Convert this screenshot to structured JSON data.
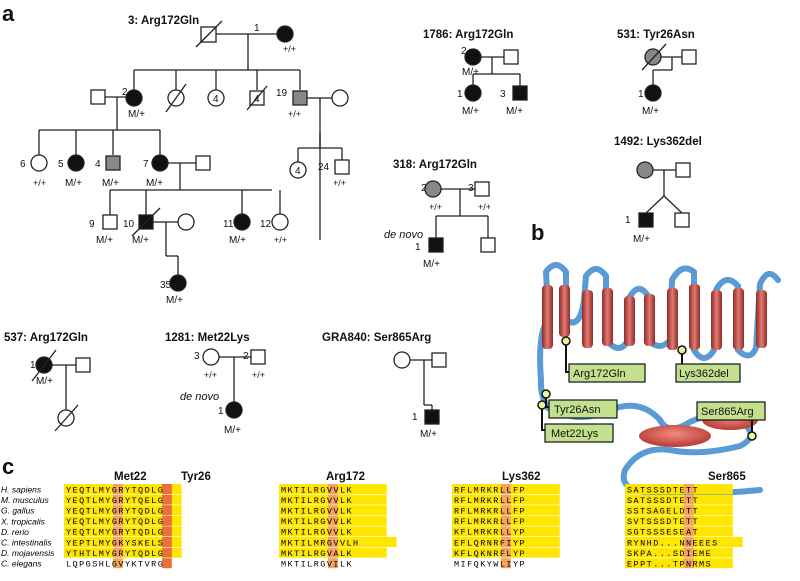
{
  "panels": {
    "a": "a",
    "b": "b",
    "c": "c"
  },
  "pedigrees": {
    "p3": {
      "title": "3: Arg172Gln",
      "nums": {
        "n1": "1",
        "n2": "2",
        "n4": "4",
        "n19": "19",
        "n6": "6",
        "n5": "5",
        "n4b": "4",
        "n7": "7",
        "n4c": "4",
        "n24": "24",
        "n9": "9",
        "n10": "10",
        "n11": "11",
        "n12": "12",
        "n35": "35"
      },
      "gt": {
        "g1": "+/+",
        "g2": "M/+",
        "g19": "+/+",
        "g6": "+/+",
        "g5": "M/+",
        "g4b": "M/+",
        "g7": "M/+",
        "g24": "+/+",
        "g9": "M/+",
        "g10": "M/+",
        "g11": "M/+",
        "g12": "+/+",
        "g35": "M/+"
      }
    },
    "p1786": {
      "title": "1786: Arg172Gln",
      "nums": {
        "n2": "2",
        "n1": "1",
        "n3": "3"
      },
      "gt": {
        "g2": "M/+",
        "g1": "M/+",
        "g3": "M/+"
      }
    },
    "p531": {
      "title": "531: Tyr26Asn",
      "nums": {
        "n1": "1"
      },
      "gt": {
        "g1": "M/+"
      }
    },
    "p318": {
      "title": "318: Arg172Gln",
      "nums": {
        "n2": "2",
        "n3": "3",
        "n1": "1"
      },
      "gt": {
        "g2": "+/+",
        "g3": "+/+",
        "g1": "M/+"
      },
      "note": "de novo"
    },
    "p1492": {
      "title": "1492: Lys362del",
      "nums": {
        "n1": "1"
      },
      "gt": {
        "g1": "M/+"
      }
    },
    "p537": {
      "title": "537: Arg172Gln",
      "nums": {
        "n1": "1"
      },
      "gt": {
        "g1": "M/+"
      }
    },
    "p1281": {
      "title": "1281: Met22Lys",
      "nums": {
        "n3": "3",
        "n2": "2",
        "n1": "1"
      },
      "gt": {
        "g3": "+/+",
        "g2": "+/+",
        "g1": "M/+"
      },
      "note": "de novo"
    },
    "pGRA": {
      "title": "GRA840: Ser865Arg",
      "nums": {
        "n1": "1"
      },
      "gt": {
        "g1": "M/+"
      }
    }
  },
  "protein": {
    "labels": [
      "Arg172Gln",
      "Lys362del",
      "Tyr26Asn",
      "Ser865Arg",
      "Met22Lys"
    ],
    "colors": {
      "membrane": "#c9504a",
      "loop": "#5b9bd5",
      "label_bg": "#c3e08e"
    }
  },
  "alignment": {
    "headers": [
      "Met22",
      "Tyr26",
      "Arg172",
      "Lys362",
      "Ser865"
    ],
    "species": [
      "H. sapiens",
      "M. musculus",
      "G. gallus",
      "X. tropicalis",
      "D. rerio",
      "C. intestinalis",
      "D. mojavensis",
      "C. elegans"
    ],
    "blocks": [
      [
        "YEQTLMYGRYTQDLG",
        "YEQTLMYGRYTQELG",
        "YEQTLMYGRYTQDLG",
        "YEQTLMYGRYTQDLG",
        "YEQTLMYGRYTQDLG",
        "YEPTLMYGKYSKELS",
        "YTHTLMYGRYTQDLG",
        "LQPGSHLGVYKTVRG"
      ],
      [
        "MKTILRGVVLK",
        "MKTILRGVVLK",
        "MKTILRGVVLK",
        "MKTILRGVVLK",
        "MKTILRGVVLK",
        "MKTILMRGVVLH",
        "MKTILRGVALK",
        "MKTILRGVILK"
      ],
      [
        "RFLMRKRLLFP",
        "RFLMRKRLLFP",
        "RFLMRKRLLFP",
        "RFLMRKRLLFP",
        "KFLMRKRLLYP",
        "EFLQRNRFIYP",
        "KFLQKNRFLYP",
        "MIFQKYWLIYP"
      ],
      [
        "SATSSSDTETT",
        "SATSSSDTETT",
        "SSTSAGELDTT",
        "SVTSSSDTETT",
        "SGTSSSESEAT",
        "RYNHD...NNEEES",
        "SKPA...SDIEME",
        "EPPT...TPNRMS"
      ]
    ],
    "colors": {
      "conserved": "#ffe600",
      "site": "#f4a460",
      "site_dark": "#e8703a"
    }
  }
}
